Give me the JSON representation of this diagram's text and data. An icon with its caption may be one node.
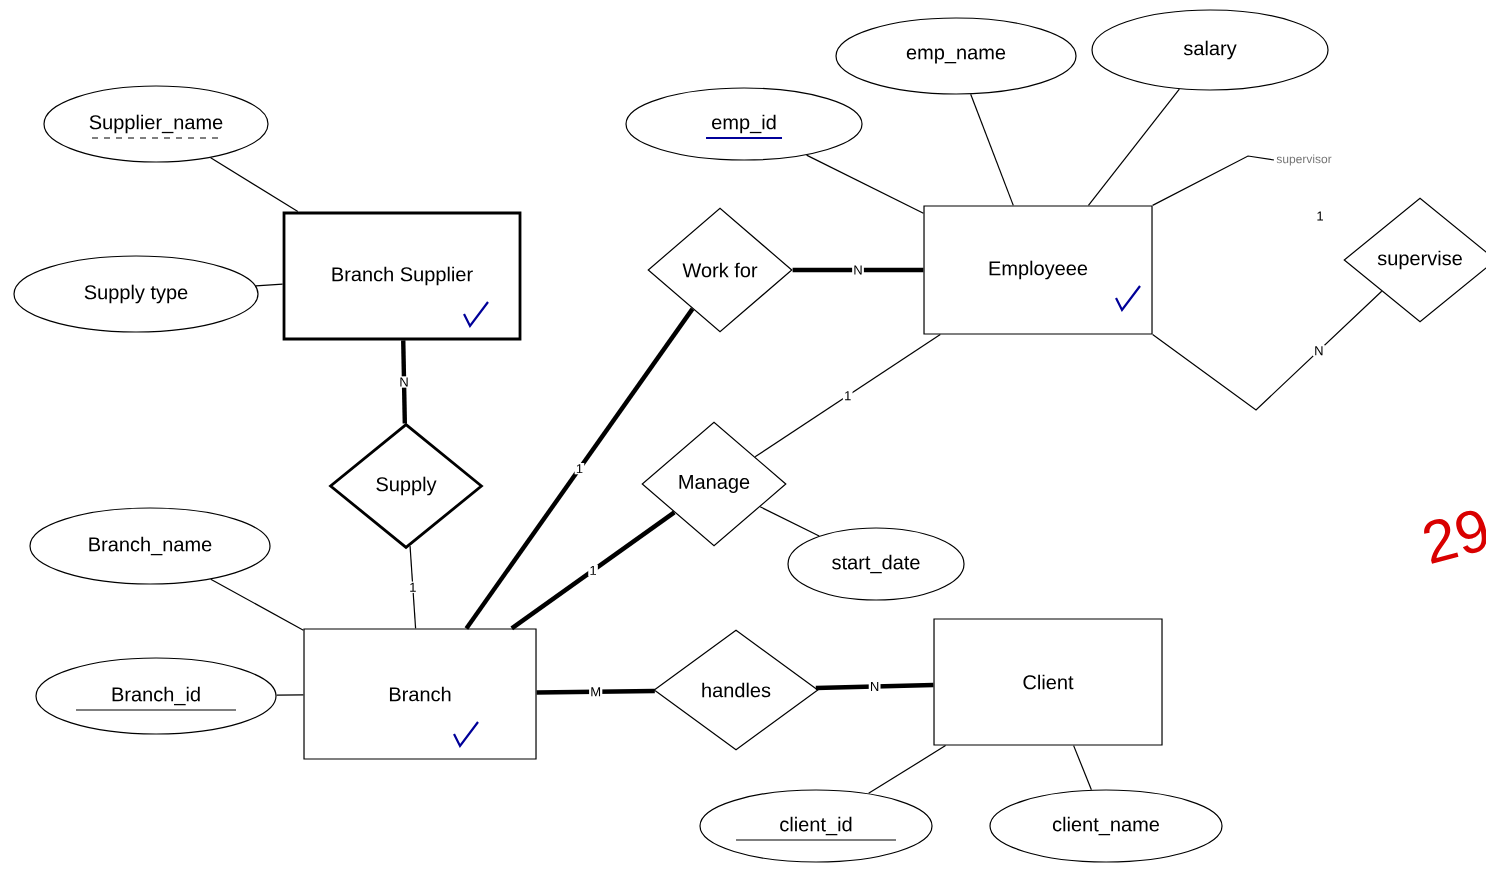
{
  "diagram": {
    "nodes": [
      {
        "text": [
          "Supplier_name"
        ]
      },
      {
        "text": [
          "Supply type"
        ]
      },
      {
        "text": [
          "Branch Supplier"
        ]
      },
      {
        "text": [
          "emp_name"
        ]
      },
      {
        "text": [
          "salary"
        ]
      },
      {
        "text": [
          "emp_id"
        ]
      },
      {
        "text": [
          "Work for"
        ]
      },
      {
        "text": [
          "Employeee"
        ]
      },
      {
        "text": [
          "supervise"
        ]
      },
      {
        "text": [
          "Manage"
        ]
      },
      {
        "text": [
          "Supply"
        ]
      },
      {
        "text": [
          "Branch_name"
        ]
      },
      {
        "text": [
          "start_date"
        ]
      },
      {
        "text": [
          "Branch"
        ]
      },
      {
        "text": [
          "Branch_id"
        ]
      },
      {
        "text": [
          "handles"
        ]
      },
      {
        "text": [
          "Client"
        ]
      },
      {
        "text": [
          "client_id"
        ]
      },
      {
        "text": [
          "client_name"
        ]
      },
      {
        "text": [
          "supervisor"
        ]
      }
    ],
    "edges": [
      {
        "from": 0,
        "to": 2,
        "arrow": "none"
      },
      {
        "from": 1,
        "to": 2,
        "arrow": "none"
      },
      {
        "from": 2,
        "to": 10,
        "arrow": "none",
        "label": "N",
        "style": "thick"
      },
      {
        "from": 10,
        "to": 13,
        "arrow": "none",
        "label": "1"
      },
      {
        "from": 5,
        "to": 7,
        "arrow": "none"
      },
      {
        "from": 3,
        "to": 7,
        "arrow": "none"
      },
      {
        "from": 4,
        "to": 7,
        "arrow": "none"
      },
      {
        "from": 6,
        "to": 7,
        "arrow": "none",
        "label": "N",
        "style": "thick"
      },
      {
        "from": 7,
        "to": 19,
        "arrow": "none"
      },
      {
        "from": 7,
        "to": 8,
        "arrow": "none",
        "label": "N"
      },
      {
        "from": 13,
        "to": 6,
        "arrow": "none",
        "label": "1",
        "style": "thick"
      },
      {
        "from": 9,
        "to": 7,
        "arrow": "none",
        "label": "1"
      },
      {
        "from": 13,
        "to": 9,
        "arrow": "none",
        "label": "1",
        "style": "thick"
      },
      {
        "from": 9,
        "to": 12,
        "arrow": "none"
      },
      {
        "from": 11,
        "to": 13,
        "arrow": "none"
      },
      {
        "from": 14,
        "to": 13,
        "arrow": "none"
      },
      {
        "from": 13,
        "to": 15,
        "arrow": "none",
        "label": "M",
        "style": "thick"
      },
      {
        "from": 15,
        "to": 16,
        "arrow": "none",
        "label": "N",
        "style": "thick"
      },
      {
        "from": 16,
        "to": 17,
        "arrow": "none"
      },
      {
        "from": 16,
        "to": 18,
        "arrow": "none"
      }
    ],
    "labels": [
      "1",
      "29"
    ]
  }
}
